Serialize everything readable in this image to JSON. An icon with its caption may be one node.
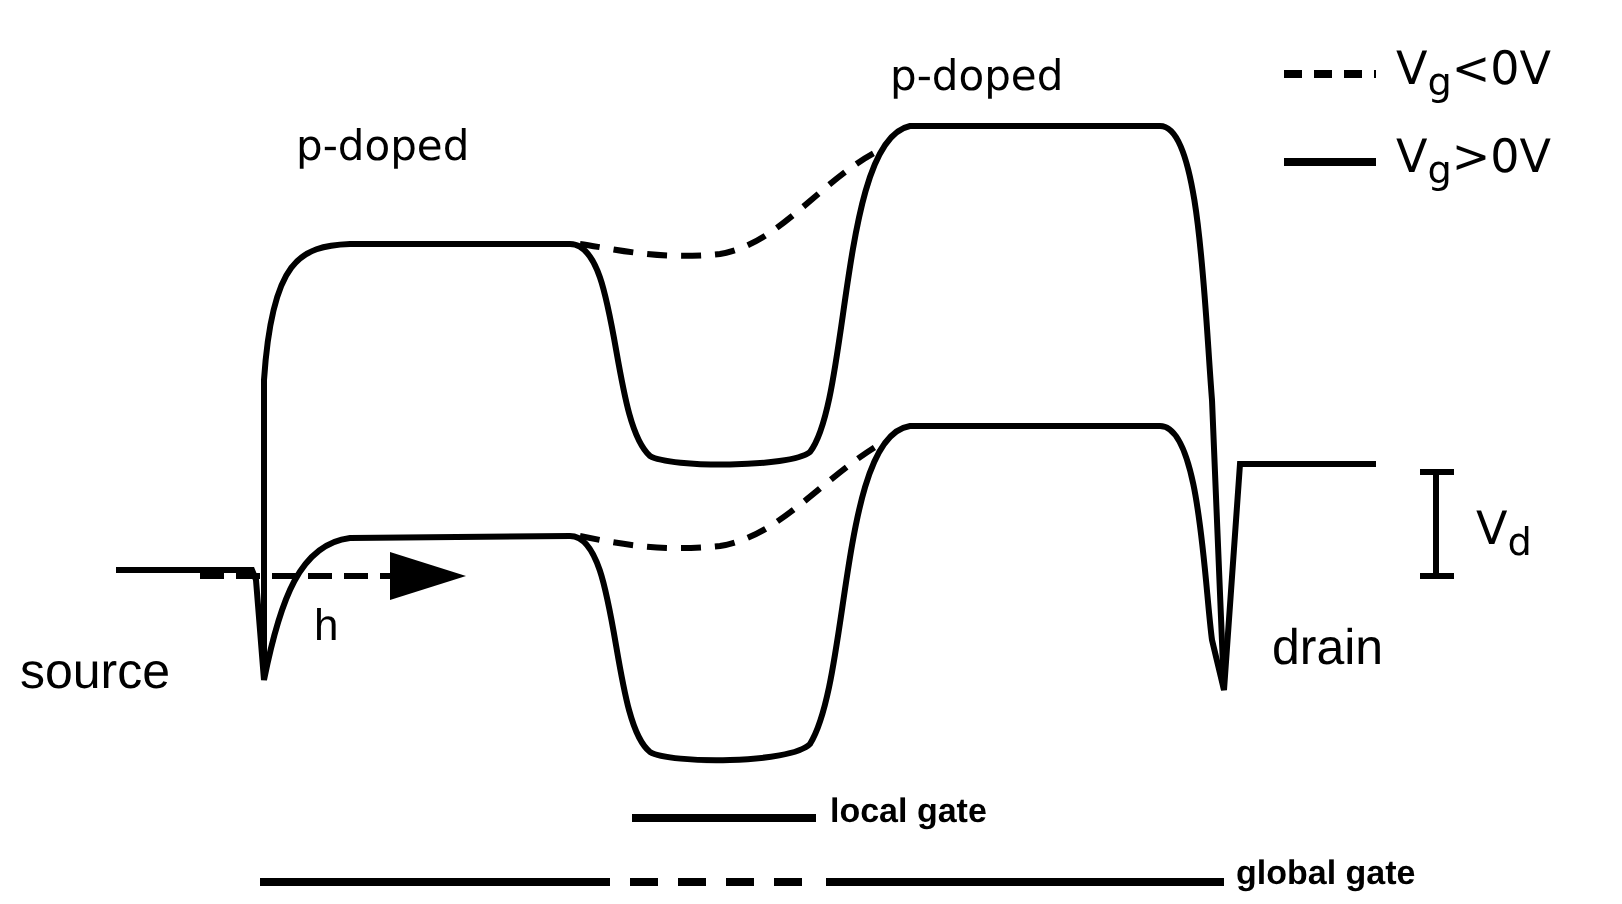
{
  "diagram": {
    "labels": [
      "p-doped",
      "p-doped",
      "V$_{d}$",
      "h",
      "source",
      "drain",
      "local gate",
      "global gate"
    ],
    "legend": [
      {
        "text": "V$_{g}$<0V"
      },
      {
        "text": "V$_{g}$>0V"
      }
    ]
  }
}
